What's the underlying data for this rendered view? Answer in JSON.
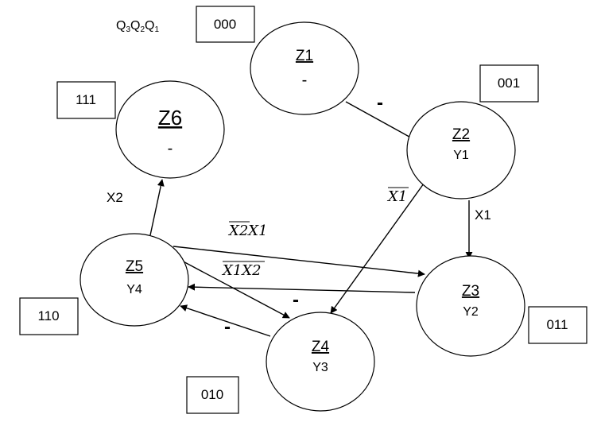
{
  "header": {
    "q3": "Q",
    "q3_sub": "3",
    "q2": "Q",
    "q2_sub": "2",
    "q1": "Q",
    "q1_sub": "1"
  },
  "states": {
    "z1": {
      "name": "Z1",
      "output": "-",
      "code": "000"
    },
    "z2": {
      "name": "Z2",
      "output": "Y1",
      "code": "001"
    },
    "z3": {
      "name": "Z3",
      "output": "Y2",
      "code": "011"
    },
    "z4": {
      "name": "Z4",
      "output": "Y3",
      "code": "010"
    },
    "z5": {
      "name": "Z5",
      "output": "Y4",
      "code": "110"
    },
    "z6": {
      "name": "Z6",
      "output": "-",
      "code": "111"
    }
  },
  "transitions": {
    "z1_z2": "-",
    "z2_z3": "X1",
    "z2_z4": "X1",
    "z5_z6": "X2",
    "z5_z3_a": "X2",
    "z5_z3_b": "X1",
    "z3_z5_a": "X1",
    "z3_z5_b": "X2",
    "z5_z4": "-",
    "z4_z5": "-"
  }
}
